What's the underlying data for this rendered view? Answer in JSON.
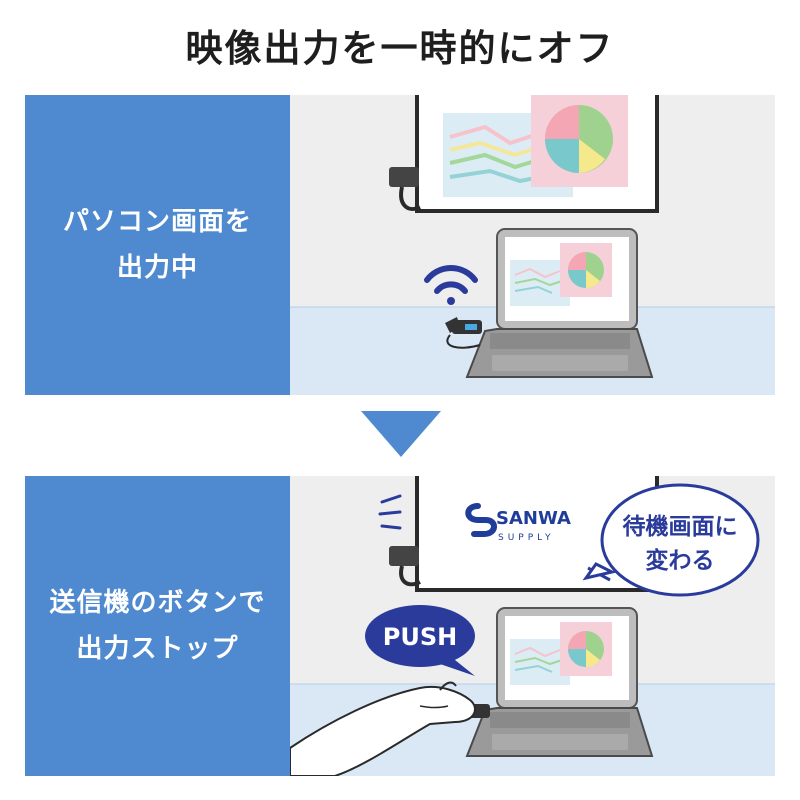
{
  "title": "映像出力を一時的にオフ",
  "panel_top": {
    "label_line1": "パソコン画面を",
    "label_line2": "出力中"
  },
  "panel_bottom": {
    "label_line1": "送信機のボタンで",
    "label_line2": "出力ストップ",
    "push_label": "PUSH",
    "bubble_line1": "待機画面に",
    "bubble_line2": "変わる",
    "logo_top": "SANWA",
    "logo_bottom": "SUPPLY"
  },
  "colors": {
    "accent_blue": "#4f8ad0",
    "push_navy": "#2a3b9c",
    "floor_blue": "#dae8f6",
    "wall_gray": "#eeeeee"
  }
}
